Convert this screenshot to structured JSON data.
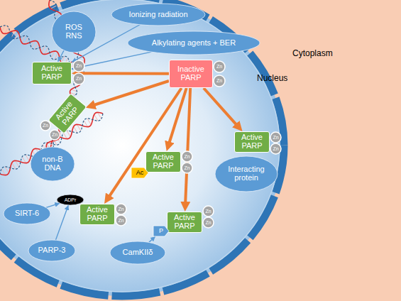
{
  "diagram": {
    "nodes": [
      {
        "text": [
          "ROS RNS"
        ]
      },
      {
        "text": [
          "Ionizing radiation"
        ]
      },
      {
        "text": [
          "Alkylating agents + BER"
        ]
      },
      {
        "text": [
          "Active PARP"
        ]
      },
      {
        "text": [
          "Zn"
        ]
      },
      {
        "text": [
          "Zn"
        ]
      },
      {
        "text": [
          "Inactive PARP"
        ]
      },
      {
        "text": [
          "Zn"
        ]
      },
      {
        "text": [
          "Zn"
        ]
      },
      {
        "text": [
          "Active PARP"
        ]
      },
      {
        "text": [
          "Zn"
        ]
      },
      {
        "text": [
          "Zn"
        ]
      },
      {
        "text": [
          "Active PARP"
        ]
      },
      {
        "text": [
          "Zn"
        ]
      },
      {
        "text": [
          "Zn"
        ]
      },
      {
        "text": [
          "Active PARP"
        ]
      },
      {
        "text": [
          "Zn"
        ]
      },
      {
        "text": [
          "Zn"
        ]
      },
      {
        "text": [
          "Ac"
        ]
      },
      {
        "text": [
          "Interacting protein"
        ]
      },
      {
        "text": [
          "non-B DNA"
        ]
      },
      {
        "text": [
          "ADPr"
        ]
      },
      {
        "text": [
          "SIRT-6"
        ]
      },
      {
        "text": [
          "Active PARP"
        ]
      },
      {
        "text": [
          "Zn"
        ]
      },
      {
        "text": [
          "Zn"
        ]
      },
      {
        "text": [
          "Active PARP"
        ]
      },
      {
        "text": [
          "Zn"
        ]
      },
      {
        "text": [
          "Zn"
        ]
      },
      {
        "text": [
          "P"
        ]
      },
      {
        "text": [
          "PARP-3"
        ]
      },
      {
        "text": [
          "CamKIIδ"
        ]
      }
    ],
    "edges": [
      {
        "from": 0,
        "to": 3,
        "arrow": "to"
      },
      {
        "from": 1,
        "to": 3,
        "arrow": "to"
      },
      {
        "from": 2,
        "to": 3,
        "arrow": "to"
      },
      {
        "from": 6,
        "to": 3,
        "arrow": "to"
      },
      {
        "from": 6,
        "to": 9,
        "arrow": "to"
      },
      {
        "from": 6,
        "to": 15,
        "arrow": "to"
      },
      {
        "from": 6,
        "to": 12,
        "arrow": "to"
      },
      {
        "from": 6,
        "to": 23,
        "arrow": "to"
      },
      {
        "from": 6,
        "to": 26,
        "arrow": "to"
      },
      {
        "from": 22,
        "to": 21,
        "arrow": "to"
      },
      {
        "from": 30,
        "to": 21,
        "arrow": "to"
      },
      {
        "from": 31,
        "to": 29,
        "arrow": "to"
      }
    ],
    "labels": [
      "Cytoplasm",
      "Nucleus"
    ]
  }
}
